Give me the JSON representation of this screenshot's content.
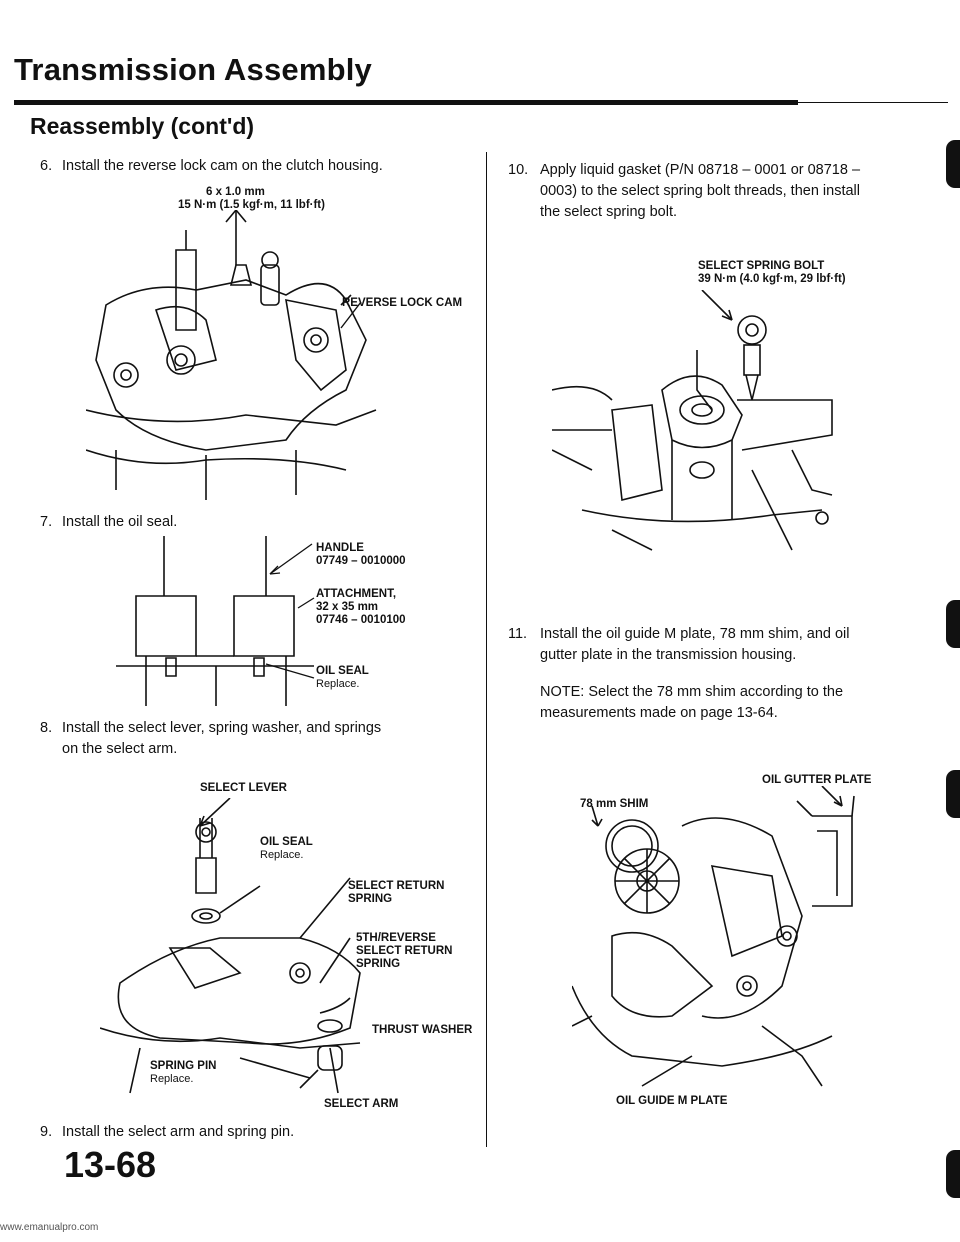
{
  "header": {
    "title": "Transmission Assembly",
    "subtitle": "Reassembly (cont'd)"
  },
  "steps": [
    {
      "num": "6.",
      "text": "Install the reverse lock cam on the clutch housing."
    },
    {
      "num": "7.",
      "text": "Install the oil seal."
    },
    {
      "num": "8.",
      "text_lines": [
        "Install the select lever, spring washer, and springs",
        "on the select arm."
      ]
    },
    {
      "num": "9.",
      "text": "Install the select arm and spring pin."
    },
    {
      "num": "10.",
      "text_lines": [
        "Apply liquid gasket (P/N 08718 – 0001 or 08718 –",
        "0003) to the select spring bolt threads, then install",
        "the select spring bolt."
      ]
    },
    {
      "num": "11.",
      "text_lines": [
        "Install the oil guide M plate, 78 mm shim, and oil",
        "gutter plate in the transmission housing."
      ],
      "note_lines": [
        "NOTE: Select the 78 mm shim according to the",
        "measurements made on page 13-64."
      ]
    }
  ],
  "labels": {
    "bolt_size": "6 x 1.0 mm",
    "bolt_torque": "15 N·m (1.5 kgf·m, 11 lbf·ft)",
    "reverse_lock_cam": "REVERSE LOCK CAM",
    "handle": "HANDLE",
    "handle_pn": "07749 – 0010000",
    "attachment": "ATTACHMENT,",
    "attachment_size": "32 x 35 mm",
    "attachment_pn": "07746 – 0010100",
    "oil_seal": "OIL SEAL",
    "replace": "Replace.",
    "select_lever": "SELECT LEVER",
    "select_return_spring_1": "SELECT RETURN",
    "select_return_spring_2": "SPRING",
    "fifth_reverse_1": "5TH/REVERSE",
    "fifth_reverse_2": "SELECT RETURN",
    "fifth_reverse_3": "SPRING",
    "thrust_washer": "THRUST WASHER",
    "spring_pin": "SPRING PIN",
    "select_arm": "SELECT ARM",
    "select_spring_bolt": "SELECT SPRING BOLT",
    "select_spring_bolt_torque": "39 N·m (4.0 kgf·m, 29 lbf·ft)",
    "oil_gutter_plate": "OIL GUTTER PLATE",
    "shim_78": "78 mm SHIM",
    "oil_guide_m_plate": "OIL GUIDE M PLATE"
  },
  "footer": {
    "page_number": "13-68",
    "website": "www.emanualpro.com"
  }
}
